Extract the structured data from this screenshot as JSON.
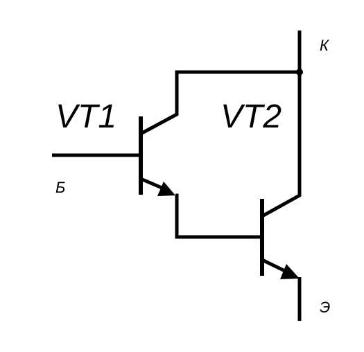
{
  "transistors": {
    "vt1": {
      "label": "VT1"
    },
    "vt2": {
      "label": "VT2"
    }
  },
  "terminals": {
    "base": "Б",
    "collector": "К",
    "emitter": "Э"
  },
  "colors": {
    "line": "#000000",
    "background": "#ffffff"
  }
}
